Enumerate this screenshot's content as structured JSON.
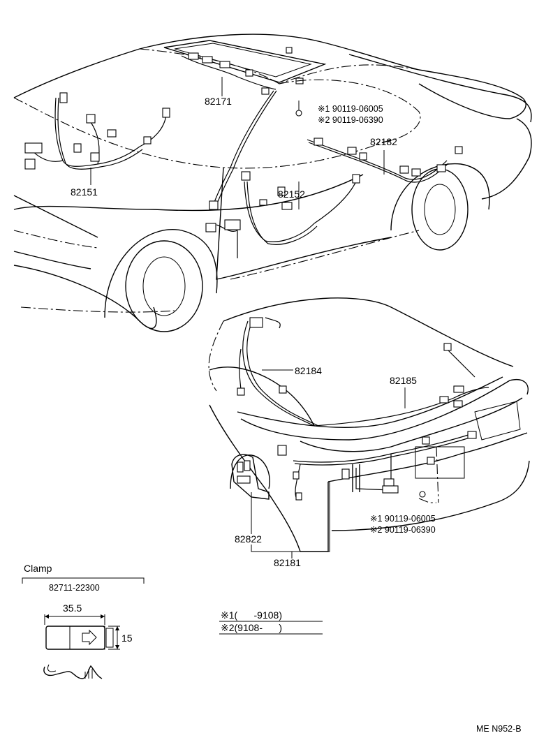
{
  "callouts": {
    "p82171": "82171",
    "p82151": "82151",
    "p82152": "82152",
    "p82182": "82182",
    "p82184": "82184",
    "p82185": "82185",
    "p82822": "82822",
    "p82181": "82181"
  },
  "bolts_upper": {
    "line1": "※1 90119-06005",
    "line2": "※2 90119-06390"
  },
  "bolts_lower": {
    "line1": "※1 90119-06005",
    "line2": "※2 90119-06390"
  },
  "clamp": {
    "title": "Clamp",
    "part_number": "82711-22300",
    "width_dim": "35.5",
    "height_dim": "15"
  },
  "notes": {
    "note1": "※1(      -9108)",
    "note2": "※2(9108-      )"
  },
  "footer": {
    "diagram_code": "ME N952-B"
  }
}
